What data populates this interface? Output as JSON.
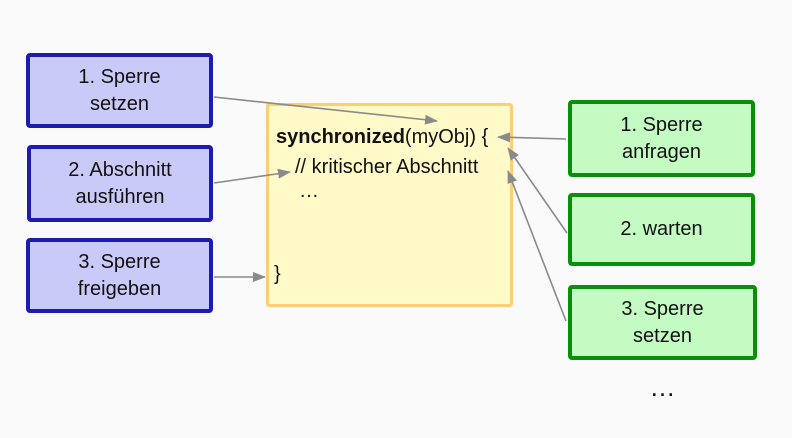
{
  "colors": {
    "background": "#fafafa",
    "caller_fill": "#cacaf8",
    "caller_border": "#1c1cb0",
    "code_fill": "#fffac8",
    "code_border": "#fbce77",
    "waiter_fill": "#c3fbc3",
    "waiter_border": "#0a8f0a",
    "arrow": "#8a8a8a",
    "text": "#111111"
  },
  "caller_steps": [
    {
      "label": "1. Sperre\nsetzen"
    },
    {
      "label": "2. Abschnitt\nausführen"
    },
    {
      "label": "3. Sperre\nfreigeben"
    }
  ],
  "code_box": {
    "keyword": "synchronized",
    "signature_rest": "(myObj) {",
    "comment": "// kritischer Abschnitt",
    "body_ellipsis": "…",
    "closing_brace": "}"
  },
  "waiter_steps": [
    {
      "label": "1. Sperre\nanfragen"
    },
    {
      "label": "2. warten"
    },
    {
      "label": "3. Sperre\nsetzen"
    }
  ],
  "more_indicator": "…"
}
